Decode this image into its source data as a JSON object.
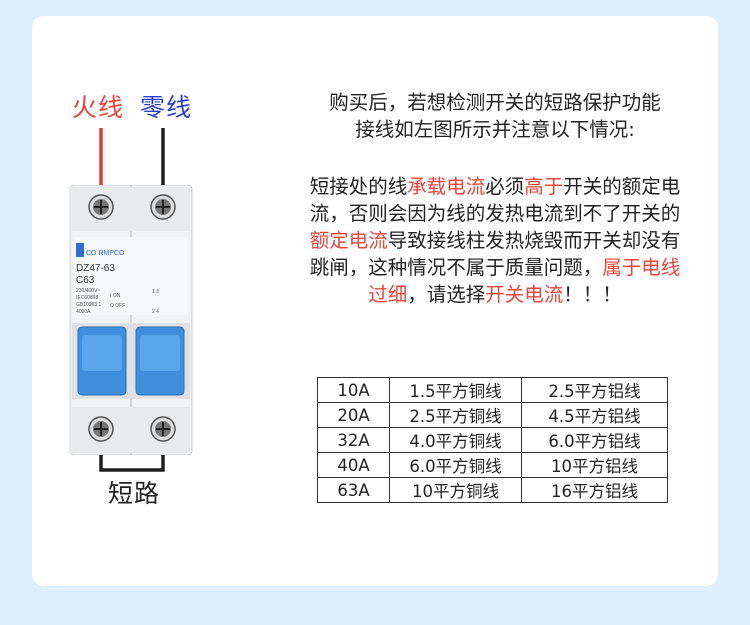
{
  "labels": {
    "fire": "火线",
    "neutral": "零线",
    "short": "短路"
  },
  "breaker": {
    "brand": "CO RMPCO",
    "model": "DZ47-63",
    "rating": "C63",
    "spec_lines": [
      "230/400V~",
      "IEC60898",
      "GB10963.1",
      "4000A"
    ],
    "on_label": "I ON",
    "off_label": "O OFF",
    "terminal_top": "1 3",
    "terminal_bottom": "2 4"
  },
  "intro": {
    "line1": "购买后，若想检测开关的短路保护功能",
    "line2": "接线如左图所示并注意以下情况:"
  },
  "body": {
    "p1": "短接处的线",
    "h1": "承载电流",
    "p2": "必须",
    "h2": "高于",
    "p3": "开关的额定电流，否则会因为线的发热电流到不了开关的",
    "h3": "额定电流",
    "p4": "导致接线柱发热烧毁而开关却没有跳闸，这种情况不属于质量问题，",
    "h4": "属于电线过细",
    "p5": "，请选择",
    "h5": "开关电流",
    "p6": "！！！"
  },
  "table": {
    "rows": [
      [
        "10A",
        "1.5平方铜线",
        "2.5平方铝线"
      ],
      [
        "20A",
        "2.5平方铜线",
        "4.5平方铝线"
      ],
      [
        "32A",
        "4.0平方铜线",
        "6.0平方铝线"
      ],
      [
        "40A",
        "6.0平方铜线",
        "10平方铝线"
      ],
      [
        "63A",
        "10平方铜线",
        "16平方铝线"
      ]
    ]
  },
  "colors": {
    "highlight": "#e8453c",
    "neutral": "#2a3fcf",
    "toggle_blue": "#3f8fdc",
    "background": "#dfeefb"
  }
}
